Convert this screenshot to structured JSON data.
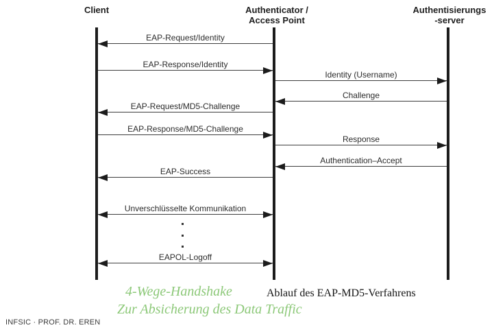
{
  "diagram": {
    "type": "sequence-diagram",
    "caption": "Ablauf des EAP-MD5-Verfahrens",
    "actors": [
      {
        "line1": "Client",
        "line2": ""
      },
      {
        "line1": "Authenticator /",
        "line2": "Access Point"
      },
      {
        "line1": "Authentisierungs",
        "line2": "-server"
      }
    ],
    "messages": [
      {
        "label": "EAP-Request/Identity",
        "from": "authenticator",
        "to": "client",
        "direction": "left"
      },
      {
        "label": "EAP-Response/Identity",
        "from": "client",
        "to": "authenticator",
        "direction": "right"
      },
      {
        "label": "Identity (Username)",
        "from": "authenticator",
        "to": "server",
        "direction": "right"
      },
      {
        "label": "Challenge",
        "from": "server",
        "to": "authenticator",
        "direction": "left"
      },
      {
        "label": "EAP-Request/MD5-Challenge",
        "from": "authenticator",
        "to": "client",
        "direction": "left"
      },
      {
        "label": "EAP-Response/MD5-Challenge",
        "from": "client",
        "to": "authenticator",
        "direction": "right"
      },
      {
        "label": "Response",
        "from": "authenticator",
        "to": "server",
        "direction": "right"
      },
      {
        "label": "Authentication–Accept",
        "from": "server",
        "to": "authenticator",
        "direction": "left"
      },
      {
        "label": "EAP-Success",
        "from": "authenticator",
        "to": "client",
        "direction": "left"
      },
      {
        "label": "Unverschlüsselte Kommunikation",
        "from": "client",
        "to": "authenticator",
        "direction": "both"
      },
      {
        "label": "EAPOL-Logoff",
        "from": "client",
        "to": "authenticator",
        "direction": "both"
      }
    ]
  },
  "annotations": {
    "green_line1": "4-Wege-Handshake",
    "green_line2": "Zur Absicherung des Data Traffic",
    "green_color": "#8cc878"
  },
  "footer": {
    "text": "INFSIC · PROF. DR. EREN"
  }
}
